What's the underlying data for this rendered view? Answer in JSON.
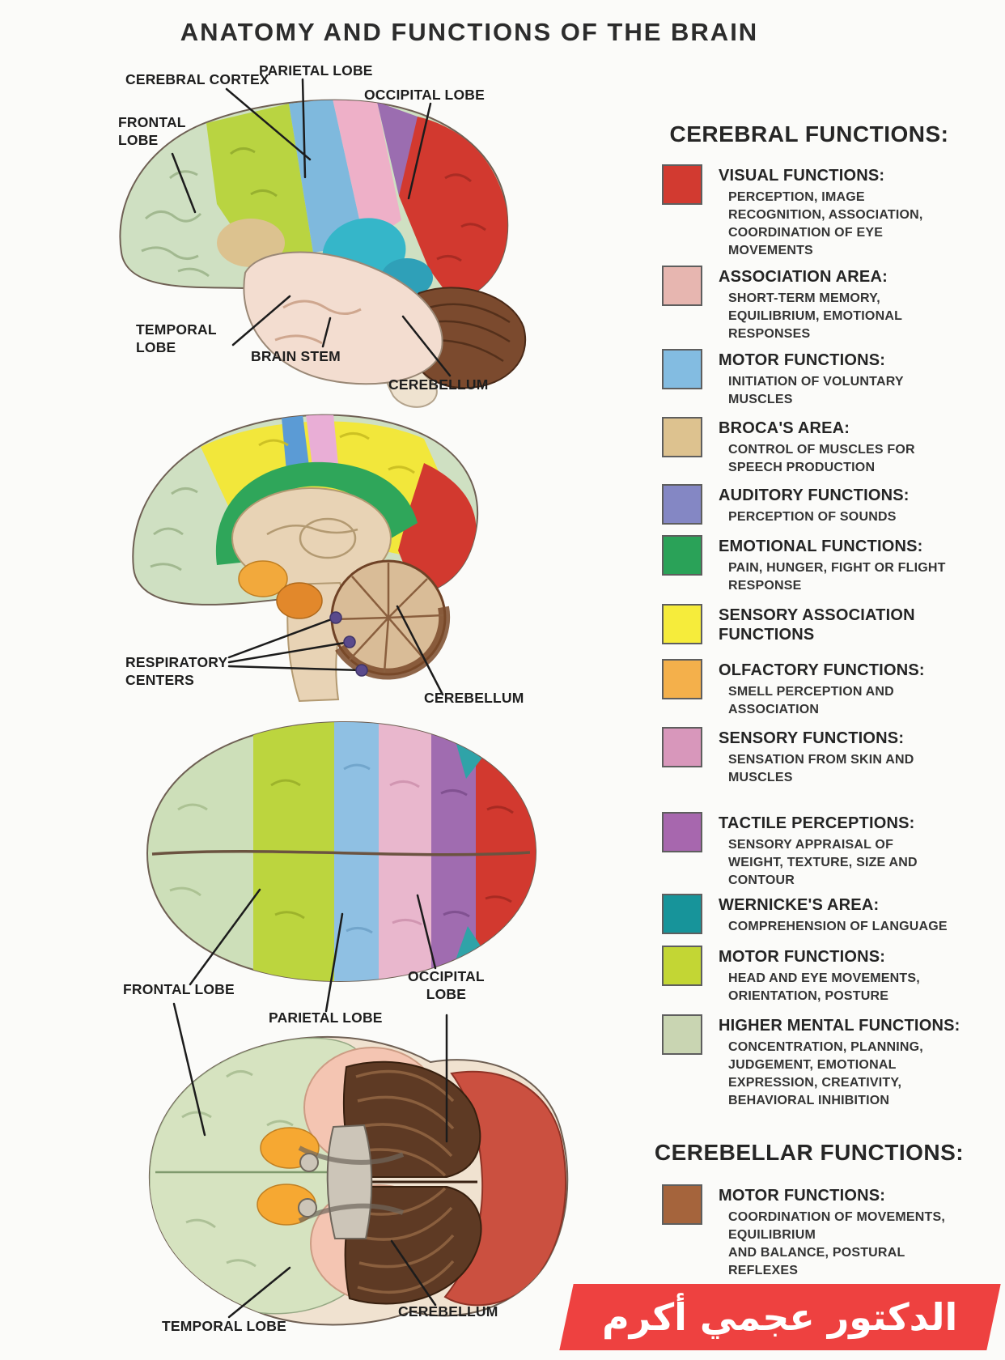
{
  "page_title": "ANATOMY AND FUNCTIONS OF THE BRAIN",
  "views": {
    "lateral": {
      "labels": {
        "cerebral_cortex": "CEREBRAL CORTEX",
        "parietal_lobe": "PARIETAL LOBE",
        "occipital_lobe": "OCCIPITAL LOBE",
        "frontal_lobe": "FRONTAL\nLOBE",
        "temporal_lobe": "TEMPORAL\nLOBE",
        "brain_stem": "BRAIN STEM",
        "cerebellum": "CEREBELLUM"
      }
    },
    "sagittal": {
      "labels": {
        "respiratory_centers": "RESPIRATORY\nCENTERS",
        "cerebellum": "CEREBELLUM"
      }
    },
    "superior": {
      "labels": {
        "frontal_lobe": "FRONTAL LOBE",
        "parietal_lobe": "PARIETAL LOBE",
        "occipital_lobe": "OCCIPITAL\nLOBE"
      }
    },
    "inferior": {
      "labels": {
        "temporal_lobe": "TEMPORAL LOBE",
        "cerebellum": "CEREBELLUM"
      }
    }
  },
  "legend": {
    "cerebral_heading": "CEREBRAL FUNCTIONS:",
    "cerebellar_heading": "CEREBELLAR FUNCTIONS:",
    "cerebral_items": [
      {
        "color": "#d23a30",
        "title": "VISUAL FUNCTIONS:",
        "desc": "PERCEPTION, IMAGE\nRECOGNITION, ASSOCIATION,\nCOORDINATION OF EYE\nMOVEMENTS"
      },
      {
        "color": "#e7b6b0",
        "title": "ASSOCIATION AREA:",
        "desc": "SHORT-TERM MEMORY,\nEQUILIBRIUM, EMOTIONAL\nRESPONSES"
      },
      {
        "color": "#83bce1",
        "title": "MOTOR FUNCTIONS:",
        "desc": "INITIATION OF VOLUNTARY\nMUSCLES"
      },
      {
        "color": "#ddc28f",
        "title": "BROCA'S AREA:",
        "desc": "CONTROL OF MUSCLES FOR\nSPEECH PRODUCTION"
      },
      {
        "color": "#8487c4",
        "title": "AUDITORY FUNCTIONS:",
        "desc": "PERCEPTION OF SOUNDS"
      },
      {
        "color": "#2aa258",
        "title": "EMOTIONAL FUNCTIONS:",
        "desc": "PAIN, HUNGER, FIGHT OR FLIGHT\nRESPONSE"
      },
      {
        "color": "#f6ec3b",
        "title": "SENSORY ASSOCIATION\nFUNCTIONS",
        "desc": ""
      },
      {
        "color": "#f4b04b",
        "title": "OLFACTORY FUNCTIONS:",
        "desc": "SMELL PERCEPTION AND\nASSOCIATION"
      },
      {
        "color": "#d897bb",
        "title": "SENSORY FUNCTIONS:",
        "desc": "SENSATION FROM SKIN AND\nMUSCLES"
      },
      {
        "color": "#a767ae",
        "title": "TACTILE PERCEPTIONS:",
        "desc": "SENSORY APPRAISAL OF\nWEIGHT, TEXTURE, SIZE AND\nCONTOUR"
      },
      {
        "color": "#17949a",
        "title": "WERNICKE'S AREA:",
        "desc": "COMPREHENSION OF LANGUAGE"
      },
      {
        "color": "#c3d634",
        "title": "MOTOR FUNCTIONS:",
        "desc": "HEAD AND EYE MOVEMENTS,\nORIENTATION, POSTURE"
      },
      {
        "color": "#c9d5b2",
        "title": "HIGHER MENTAL FUNCTIONS:",
        "desc": "CONCENTRATION, PLANNING,\nJUDGEMENT, EMOTIONAL\nEXPRESSION, CREATIVITY,\nBEHAVIORAL INHIBITION"
      }
    ],
    "cerebellar_items": [
      {
        "color": "#a5643c",
        "title": "MOTOR FUNCTIONS:",
        "desc": "COORDINATION OF MOVEMENTS,\nEQUILIBRIUM\nAND BALANCE, POSTURAL\nREFLEXES"
      }
    ]
  },
  "footer_banner": {
    "text": "الدكتور عجمي أكرم",
    "color": "#ee4140"
  }
}
